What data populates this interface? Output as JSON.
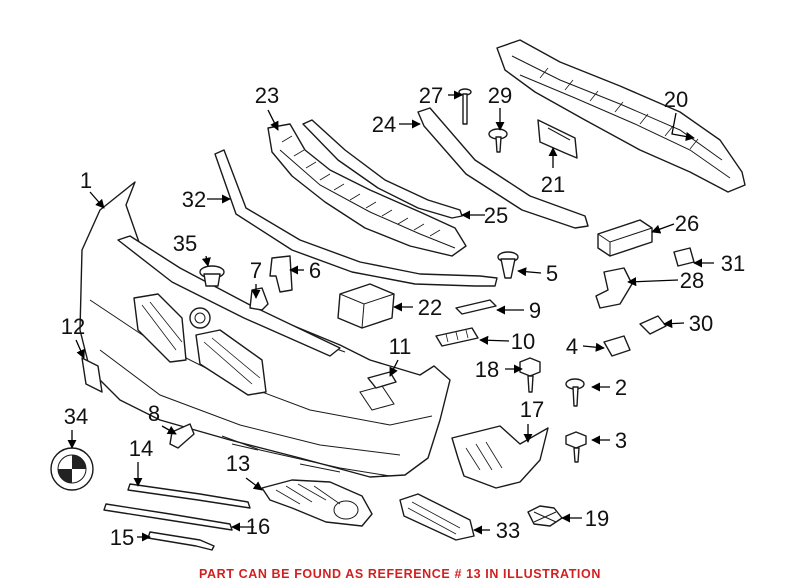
{
  "diagram": {
    "callouts": [
      "1",
      "2",
      "3",
      "4",
      "5",
      "6",
      "7",
      "8",
      "9",
      "10",
      "11",
      "12",
      "13",
      "14",
      "15",
      "16",
      "17",
      "18",
      "19",
      "20",
      "21",
      "22",
      "23",
      "24",
      "25",
      "26",
      "27",
      "28",
      "29",
      "30",
      "31",
      "32",
      "33",
      "34",
      "35"
    ],
    "colors": {
      "line": "#1a1a1a",
      "note": "#d21f1f",
      "background": "#ffffff"
    }
  },
  "footer": {
    "note": "PART CAN BE FOUND AS REFERENCE # 13 IN ILLUSTRATION"
  }
}
